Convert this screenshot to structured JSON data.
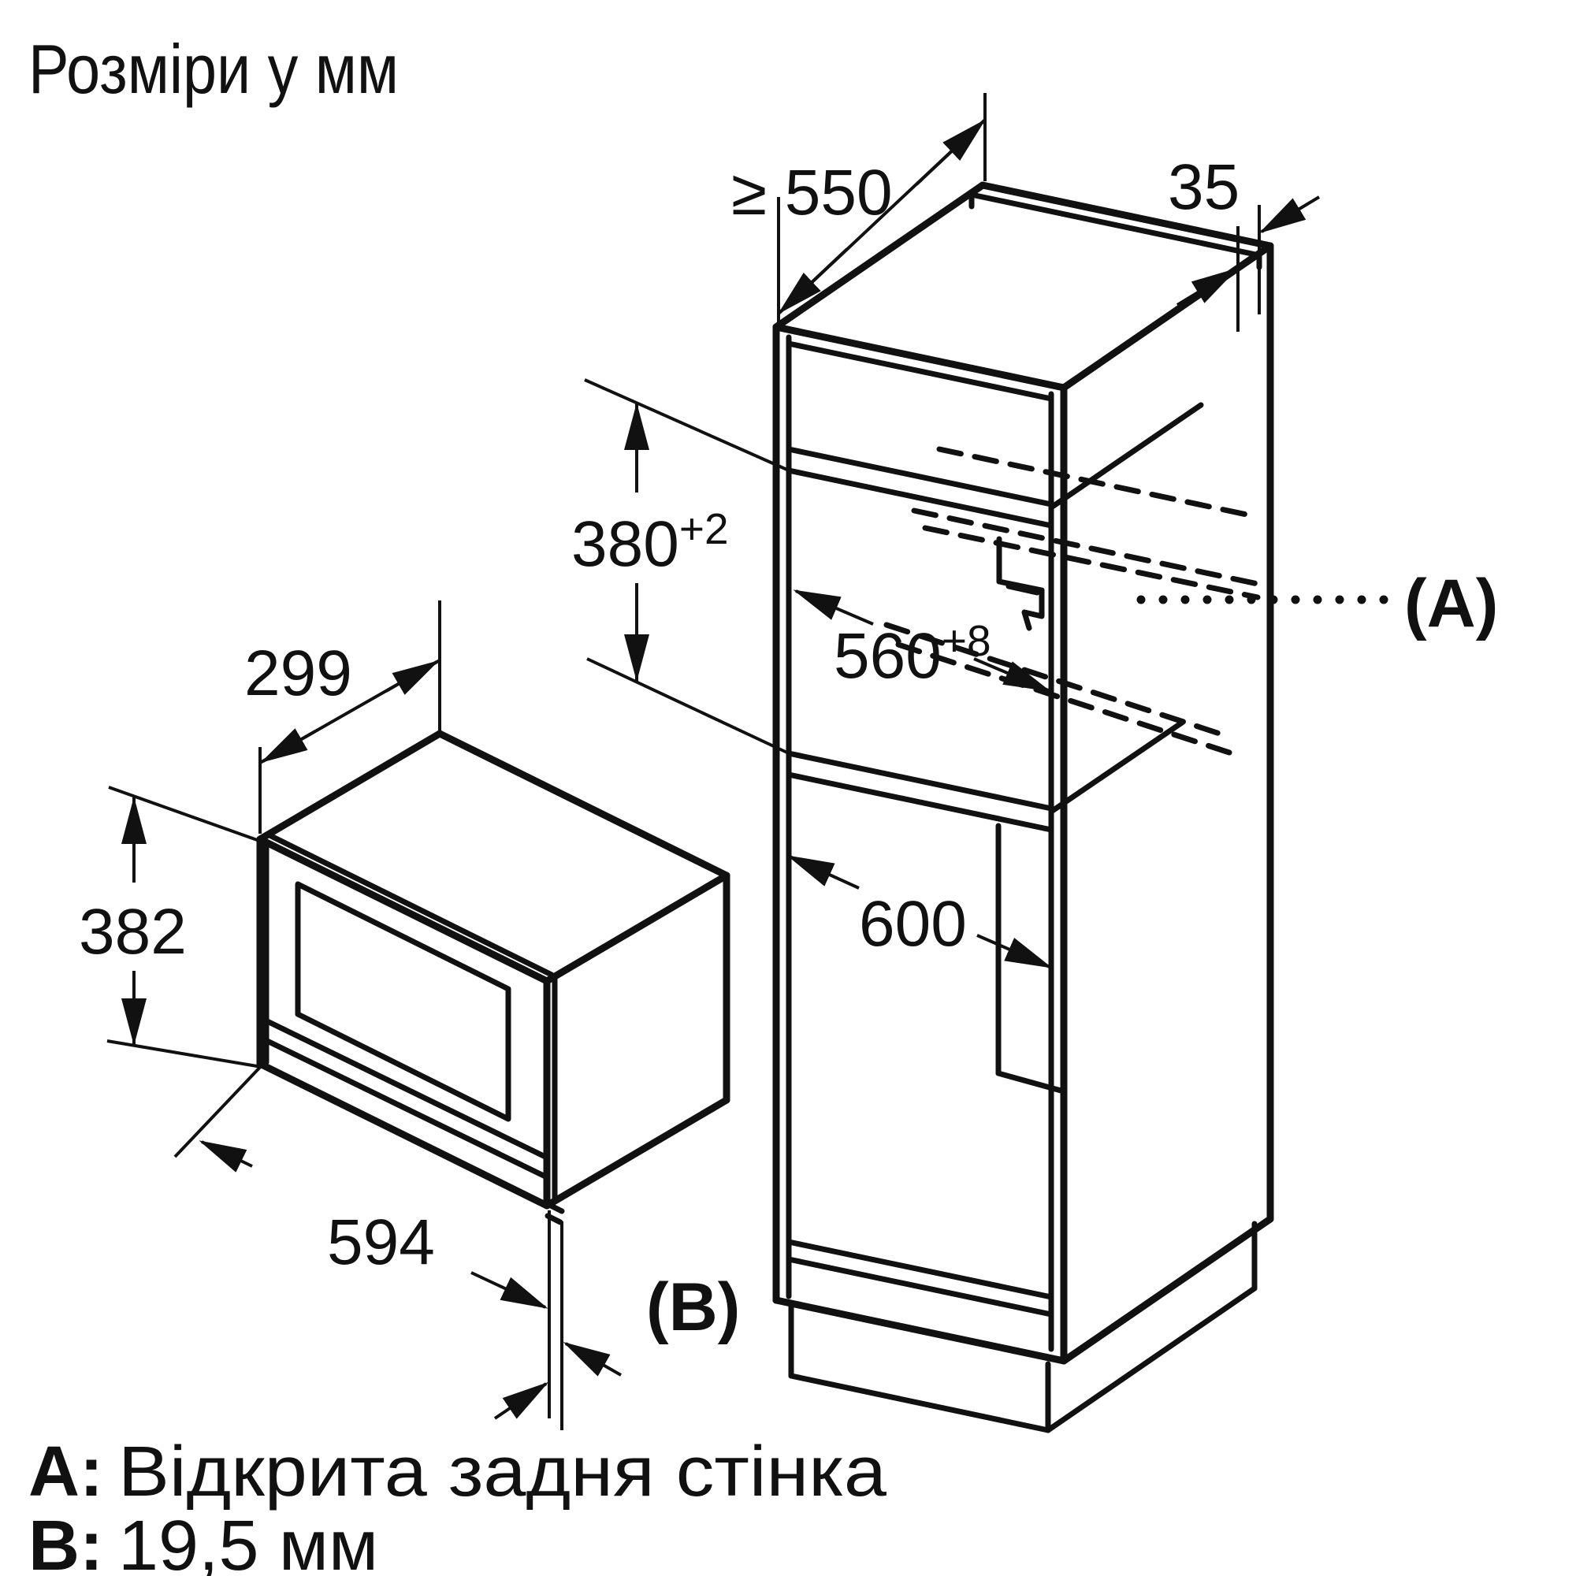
{
  "title": "Розміри у мм",
  "diagram": {
    "dimensions": {
      "cabinet_depth_min": "≥ 550",
      "top_rear_gap": "35",
      "niche_height": {
        "value": "380",
        "tolerance": "+2"
      },
      "niche_width": {
        "value": "560",
        "tolerance": "+8"
      },
      "lower_compartment_width": "600",
      "oven_depth": "299",
      "oven_height": "382",
      "oven_width": "594"
    },
    "reference_labels": {
      "open_back_wall": "(A)",
      "front_overhang": "(B)"
    },
    "line_color": "#111111",
    "background_color": "#ffffff"
  },
  "legend": {
    "a_key": "A:",
    "a_text": "Відкрита задня стінка",
    "b_key": "B:",
    "b_text": "19,5 мм"
  }
}
